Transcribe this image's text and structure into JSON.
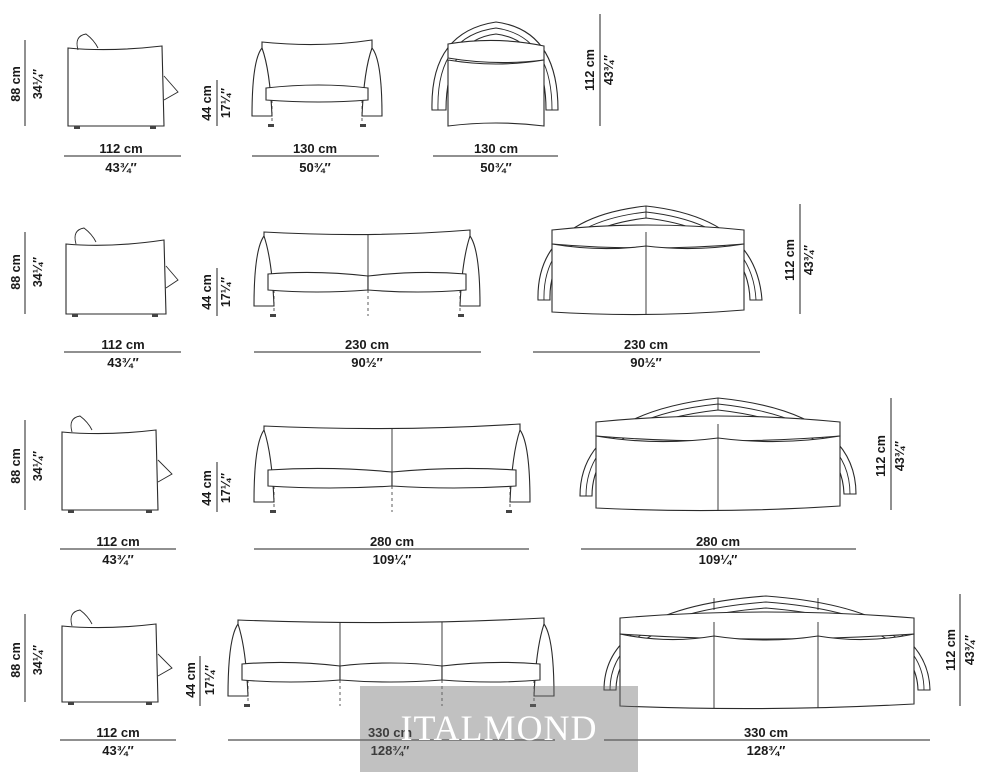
{
  "rows": [
    {
      "side": {
        "w_cm": "112 cm",
        "w_in": "43¾″",
        "h_cm": "88 cm",
        "h_in": "34¼″"
      },
      "front": {
        "w_cm": "130 cm",
        "w_in": "50¾″",
        "h_cm": "44 cm",
        "h_in": "17¼″"
      },
      "top": {
        "w_cm": "130 cm",
        "w_in": "50¾″",
        "d_cm": "112 cm",
        "d_in": "43¾″"
      }
    },
    {
      "side": {
        "w_cm": "112 cm",
        "w_in": "43¾″",
        "h_cm": "88 cm",
        "h_in": "34¼″"
      },
      "front": {
        "w_cm": "230 cm",
        "w_in": "90½″",
        "h_cm": "44 cm",
        "h_in": "17¼″"
      },
      "top": {
        "w_cm": "230 cm",
        "w_in": "90½″",
        "d_cm": "112 cm",
        "d_in": "43¾″"
      }
    },
    {
      "side": {
        "w_cm": "112 cm",
        "w_in": "43¾″",
        "h_cm": "88 cm",
        "h_in": "34¼″"
      },
      "front": {
        "w_cm": "280 cm",
        "w_in": "109¼″",
        "h_cm": "44 cm",
        "h_in": "17¼″"
      },
      "top": {
        "w_cm": "280 cm",
        "w_in": "109¼″",
        "d_cm": "112 cm",
        "d_in": "43¾″"
      }
    },
    {
      "side": {
        "w_cm": "112 cm",
        "w_in": "43¾″",
        "h_cm": "88 cm",
        "h_in": "34¼″"
      },
      "front": {
        "w_cm": "330 cm",
        "w_in": "128¾″",
        "h_cm": "44 cm",
        "h_in": "17¼″"
      },
      "top": {
        "w_cm": "330 cm",
        "w_in": "128¾″",
        "d_cm": "112 cm",
        "d_in": "43¾″"
      }
    }
  ],
  "watermark": {
    "text": "ITALMOND"
  }
}
